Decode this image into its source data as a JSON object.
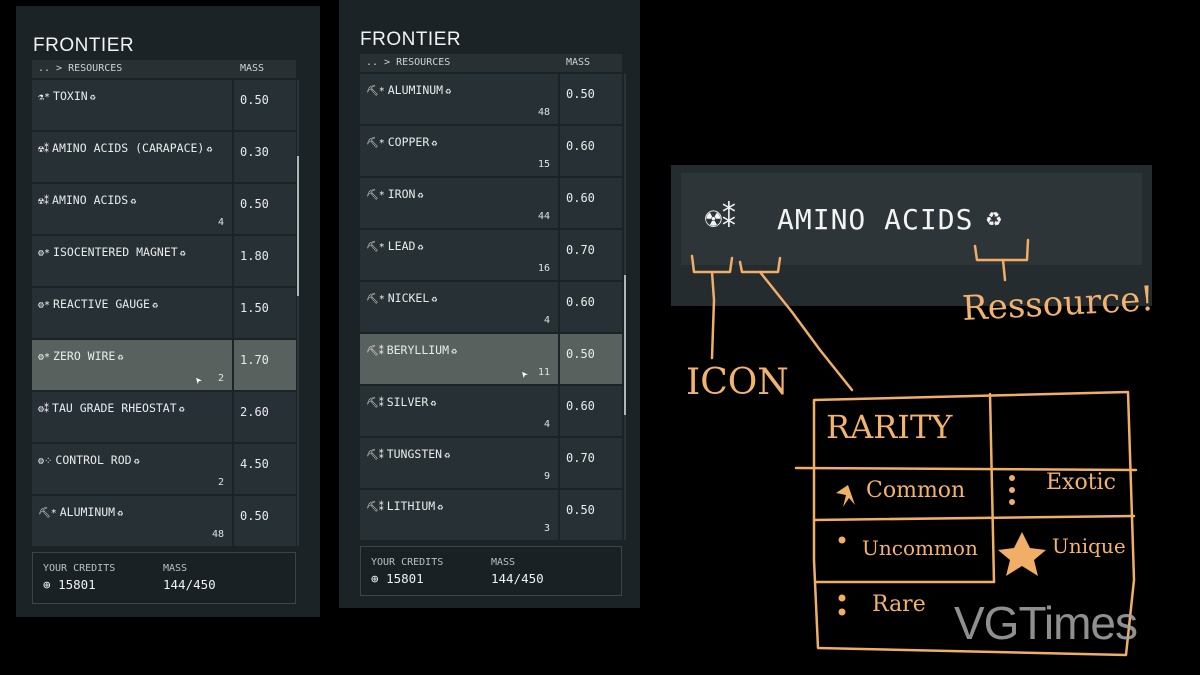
{
  "left_panel": {
    "title": "FRONTIER",
    "header_path": ".. > RESOURCES",
    "header_mass": "MASS",
    "items": [
      {
        "icon": "⚗*",
        "name": "TOXIN",
        "mass": "0.50",
        "qty": ""
      },
      {
        "icon": "☢⁑",
        "name": "AMINO ACIDS (CARAPACE)",
        "mass": "0.30",
        "qty": ""
      },
      {
        "icon": "☢⁑",
        "name": "AMINO ACIDS",
        "mass": "0.50",
        "qty": "4"
      },
      {
        "icon": "⚙*",
        "name": "ISOCENTERED MAGNET",
        "mass": "1.80",
        "qty": ""
      },
      {
        "icon": "⚙*",
        "name": "REACTIVE GAUGE",
        "mass": "1.50",
        "qty": ""
      },
      {
        "icon": "⚙*",
        "name": "ZERO WIRE",
        "mass": "1.70",
        "qty": "2"
      },
      {
        "icon": "⚙⁑",
        "name": "TAU GRADE RHEOSTAT",
        "mass": "2.60",
        "qty": ""
      },
      {
        "icon": "⚙⁘",
        "name": "CONTROL ROD",
        "mass": "4.50",
        "qty": "2"
      },
      {
        "icon": "⛏*",
        "name": "ALUMINUM",
        "mass": "0.50",
        "qty": "48"
      }
    ],
    "footer": {
      "credits_label": "YOUR CREDITS",
      "credits_value": "15801",
      "mass_label": "MASS",
      "mass_value": "144/450"
    }
  },
  "right_panel": {
    "title": "FRONTIER",
    "header_path": ".. > RESOURCES",
    "header_mass": "MASS",
    "items": [
      {
        "icon": "⛏*",
        "name": "ALUMINUM",
        "mass": "0.50",
        "qty": "48"
      },
      {
        "icon": "⛏*",
        "name": "COPPER",
        "mass": "0.60",
        "qty": "15"
      },
      {
        "icon": "⛏*",
        "name": "IRON",
        "mass": "0.60",
        "qty": "44"
      },
      {
        "icon": "⛏*",
        "name": "LEAD",
        "mass": "0.70",
        "qty": "16"
      },
      {
        "icon": "⛏*",
        "name": "NICKEL",
        "mass": "0.60",
        "qty": "4"
      },
      {
        "icon": "⛏⁑",
        "name": "BERYLLIUM",
        "mass": "0.50",
        "qty": "11"
      },
      {
        "icon": "⛏⁑",
        "name": "SILVER",
        "mass": "0.60",
        "qty": "4"
      },
      {
        "icon": "⛏⁑",
        "name": "TUNGSTEN",
        "mass": "0.70",
        "qty": "9"
      },
      {
        "icon": "⛏⁑",
        "name": "LITHIUM",
        "mass": "0.50",
        "qty": "3"
      }
    ],
    "footer": {
      "credits_label": "YOUR CREDITS",
      "credits_value": "15801",
      "mass_label": "MASS",
      "mass_value": "144/450"
    }
  },
  "zoom": {
    "icon": "☢⁑",
    "name": "AMINO ACIDS",
    "recycle_icon": "♻"
  },
  "annotations": {
    "icon_label": "ICON",
    "resource_label": "Ressource!",
    "rarity_title": "RARITY",
    "common": "Common",
    "uncommon": "Uncommon",
    "rare": "Rare",
    "exotic": "Exotic",
    "unique": "Unique"
  },
  "watermark": "VGTimes",
  "icons": {
    "recycle": "recycle-icon",
    "cursor": "mouse-cursor-icon",
    "credits": "credits-icon"
  }
}
